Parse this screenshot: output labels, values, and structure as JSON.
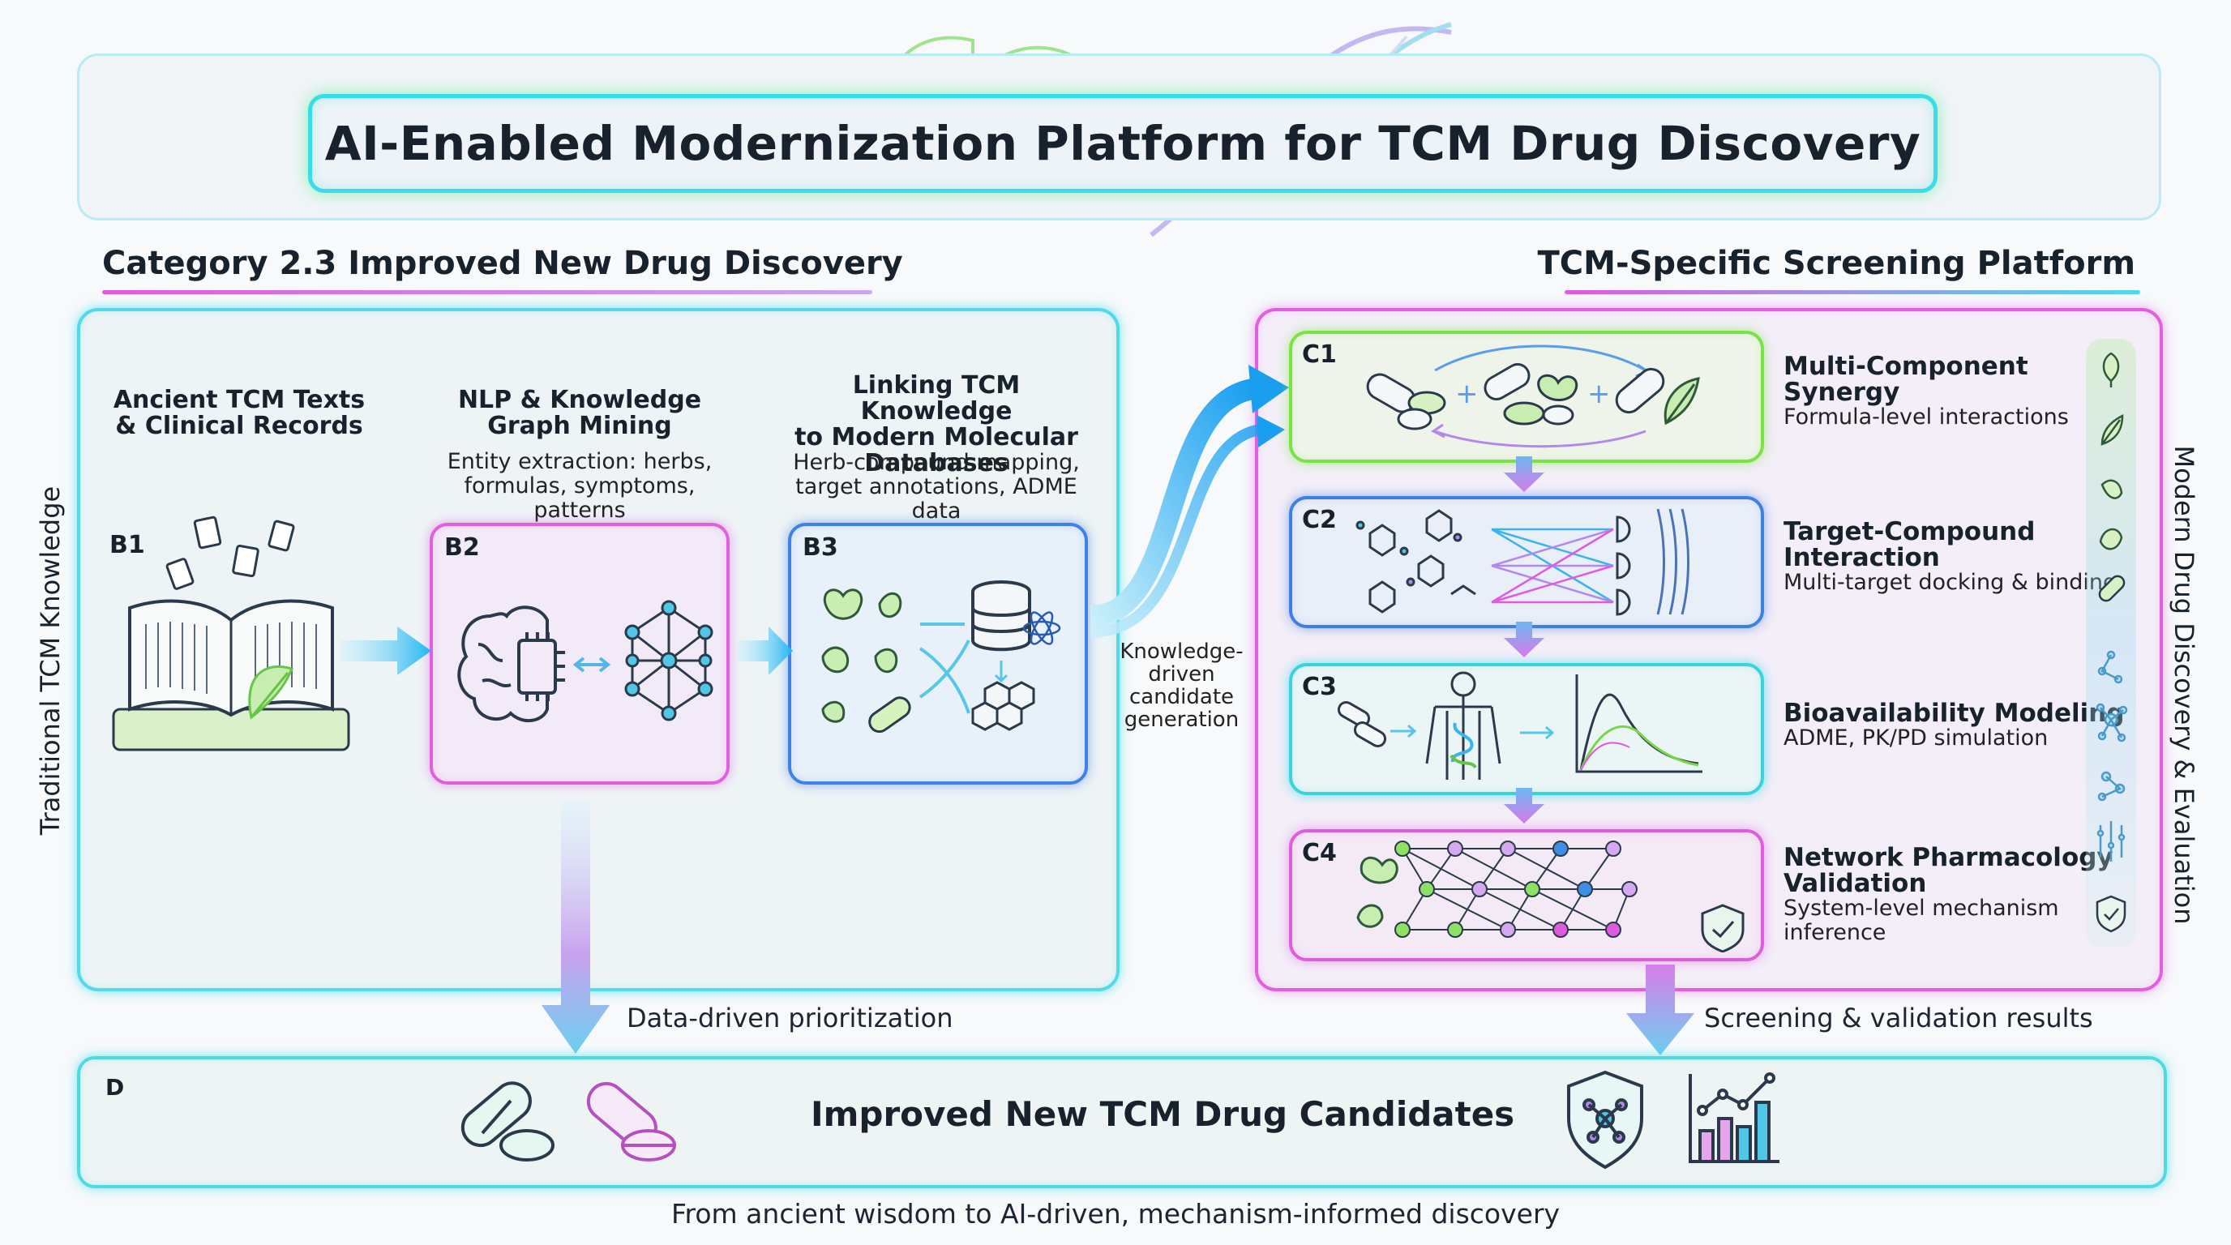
{
  "title": "AI-Enabled Modernization Platform for TCM Drug Discovery",
  "left_section": {
    "heading": "Category 2.3 Improved New Drug Discovery",
    "vertical_label": "Traditional TCM Knowledge",
    "columns": [
      {
        "id": "B1",
        "title": "Ancient TCM Texts & Clinical Records",
        "title_lines": [
          "Ancient TCM Texts",
          "& Clinical Records"
        ]
      },
      {
        "id": "B2",
        "title": "NLP & Knowledge Graph Mining",
        "title_lines": [
          "NLP & Knowledge",
          "Graph Mining"
        ],
        "desc_lines": [
          "Entity extraction: herbs,",
          "formulas, symptoms, patterns"
        ]
      },
      {
        "id": "B3",
        "title": "Linking TCM Knowledge to Modern Molecular Databases",
        "title_lines": [
          "Linking TCM Knowledge",
          "to Modern Molecular",
          "Databases"
        ],
        "desc_lines": [
          "Herb-compound mapping,",
          "target annotations, ADME data"
        ]
      }
    ]
  },
  "right_section": {
    "heading": "TCM-Specific Screening Platform",
    "vertical_label": "Modern Drug Discovery & Evaluation",
    "steps": [
      {
        "id": "C1",
        "title_lines": [
          "Multi-Component",
          "Synergy"
        ],
        "desc_lines": [
          "Formula-level interactions"
        ]
      },
      {
        "id": "C2",
        "title_lines": [
          "Target-Compound",
          "Interaction"
        ],
        "desc_lines": [
          "Multi-target docking & binding"
        ]
      },
      {
        "id": "C3",
        "title_lines": [
          "Bioavailability Modeling"
        ],
        "desc_lines": [
          "ADME, PK/PD simulation"
        ]
      },
      {
        "id": "C4",
        "title_lines": [
          "Network Pharmacology",
          "Validation"
        ],
        "desc_lines": [
          "System-level mechanism",
          "inference"
        ]
      }
    ]
  },
  "connector_label_lines": [
    "Knowledge-",
    "driven",
    "candidate",
    "generation"
  ],
  "left_down_label": "Data-driven prioritization",
  "right_down_label": "Screening & validation results",
  "output": {
    "id": "D",
    "title": "Improved New TCM Drug Candidates"
  },
  "footer": "From ancient wisdom to AI-driven, mechanism-informed discovery",
  "colors": {
    "cyan": "#38dde8",
    "magenta": "#df62dc",
    "green": "#7ae245",
    "blue": "#3e82e6",
    "dark": "#17222c"
  },
  "icons": [
    "ginkgo-leaf-icon",
    "dna-helix-icon",
    "open-book-icon",
    "document-icon",
    "brain-chip-icon",
    "knowledge-graph-icon",
    "herb-icon",
    "capsule-icon",
    "database-icon",
    "atom-icon",
    "hexagon-molecule-icon",
    "tablet-icon",
    "molecule-icon",
    "cell-membrane-icon",
    "human-body-icon",
    "pk-curve-icon",
    "network-icon",
    "shield-check-icon",
    "shield-molecule-icon",
    "bar-chart-icon"
  ]
}
